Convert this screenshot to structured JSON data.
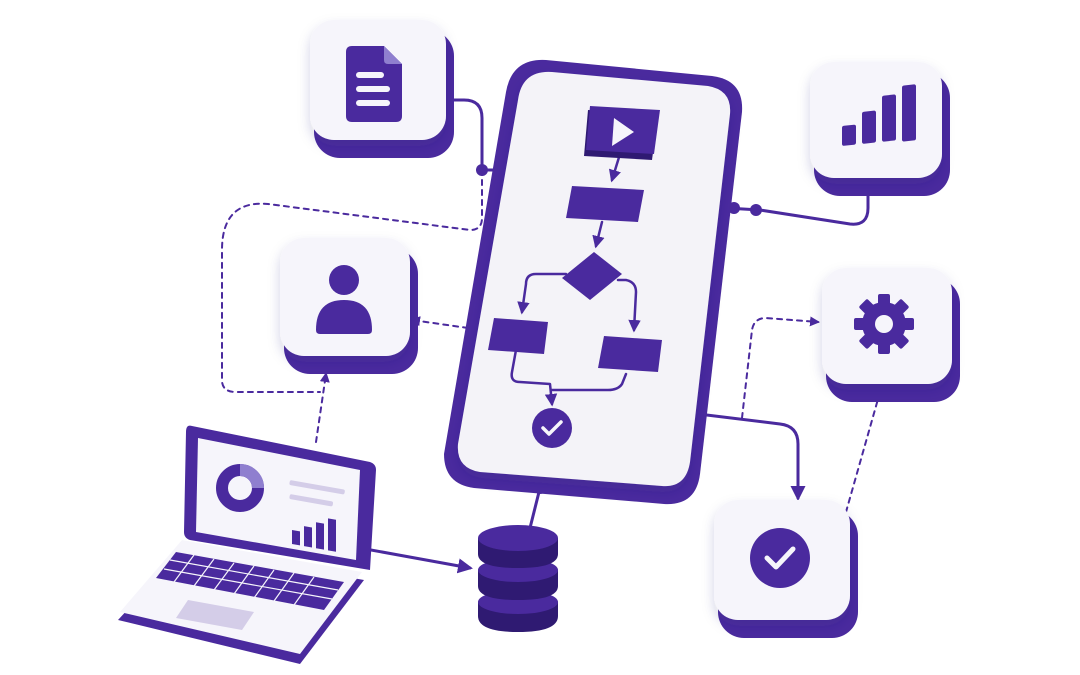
{
  "diagram": {
    "colors": {
      "accent": "#4a2a9e",
      "accent_dark": "#2f1a72",
      "accent_light": "#8f7fcf",
      "accent_pale": "#d4cde8",
      "tile_face": "#f6f5fb",
      "phone_face": "#f4f3f8",
      "background": "#ffffff"
    },
    "nodes": [
      {
        "id": "document-tile",
        "icon": "document-icon"
      },
      {
        "id": "chart-tile",
        "icon": "bar-chart-icon"
      },
      {
        "id": "user-tile",
        "icon": "user-icon"
      },
      {
        "id": "settings-tile",
        "icon": "gear-icon"
      },
      {
        "id": "approval-tile",
        "icon": "check-circle-icon"
      },
      {
        "id": "database",
        "icon": "database-icon"
      },
      {
        "id": "laptop",
        "icon": "laptop-icon"
      },
      {
        "id": "workflow-phone",
        "icon": "smartphone-icon"
      }
    ],
    "flowchart_steps": [
      "play-icon",
      "process-block",
      "decision-diamond",
      "branch-left",
      "branch-right",
      "check-circle-icon"
    ],
    "connections": [
      {
        "from": "workflow-phone",
        "to": "document-tile",
        "style": "solid"
      },
      {
        "from": "workflow-phone",
        "to": "chart-tile",
        "style": "solid"
      },
      {
        "from": "workflow-phone",
        "to": "user-tile",
        "style": "dashed"
      },
      {
        "from": "workflow-phone",
        "to": "approval-tile",
        "style": "solid"
      },
      {
        "from": "workflow-phone",
        "to": "database",
        "style": "solid"
      },
      {
        "from": "laptop",
        "to": "database",
        "style": "solid"
      },
      {
        "from": "laptop",
        "to": "user-tile",
        "style": "dashed"
      },
      {
        "from": "settings-tile",
        "to": "approval-tile",
        "style": "dashed"
      },
      {
        "from": "approval-tile",
        "to": "settings-tile",
        "style": "dashed"
      }
    ]
  }
}
